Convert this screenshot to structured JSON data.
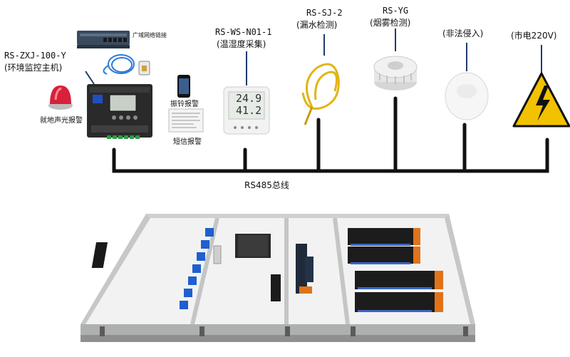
{
  "labels": {
    "host_model": "RS-ZXJ-100-Y",
    "host_name": "(环境监控主机)",
    "ground_alarm": "就地声光报警",
    "vibration_alarm": "振铃报警",
    "sms_alarm": "短信报警",
    "th_model": "RS-WS-N01-1",
    "th_name": "(温湿度采集)",
    "leak_model": "RS-SJ-2",
    "leak_name": "(漏水检测)",
    "smoke_model": "RS-YG",
    "smoke_name": "(烟雾检测)",
    "intrusion_name": "(非法侵入)",
    "mains_name": "(市电220V)",
    "bus_name": "RS485总线"
  },
  "device_text": {
    "switch_note": "广域网络链接",
    "th_temp": "24.9",
    "th_hum": "41.2"
  },
  "colors": {
    "bus": "#111111",
    "leader": "#1f3b6e",
    "warning_yellow": "#f2c200",
    "rack_orange": "#e0731a",
    "rack_blue": "#2f5fbf"
  }
}
